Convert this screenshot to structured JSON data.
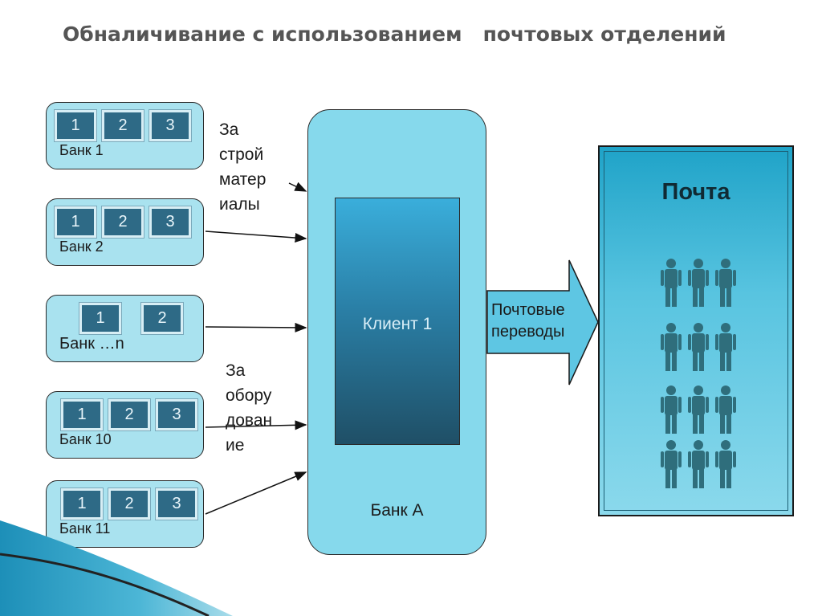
{
  "title": "Обналичивание с использованием   почтовых отделений",
  "banks": [
    {
      "label": "Банк 1",
      "boxes": [
        "1",
        "2",
        "3"
      ]
    },
    {
      "label": "Банк 2",
      "boxes": [
        "1",
        "2",
        "3"
      ]
    },
    {
      "label": "Банк …n",
      "boxes": [
        "1",
        "2"
      ]
    },
    {
      "label": "Банк 10",
      "boxes": [
        "1",
        "2",
        "3"
      ]
    },
    {
      "label": "Банк 11",
      "boxes": [
        "1",
        "2",
        "3"
      ]
    }
  ],
  "notes": {
    "materials": "За\nстрой\nматер\nиалы",
    "equipment": "За\nобору\nдован\nие"
  },
  "bank_a": {
    "label": "Банк А",
    "client": "Клиент 1"
  },
  "transfer_label": "Почтовые\nпереводы",
  "post": {
    "title": "Почта",
    "people_rows": 4,
    "people_per_row": 3
  },
  "colors": {
    "bank_fill": "#a9e2ef",
    "account_box": "#2e6a86",
    "bank_a_fill": "#86d9ec",
    "client_gradient_top": "#3aaedb",
    "client_gradient_bottom": "#1f4f66",
    "post_fill": "#1fa3c8",
    "person": "#2f6e7c"
  }
}
